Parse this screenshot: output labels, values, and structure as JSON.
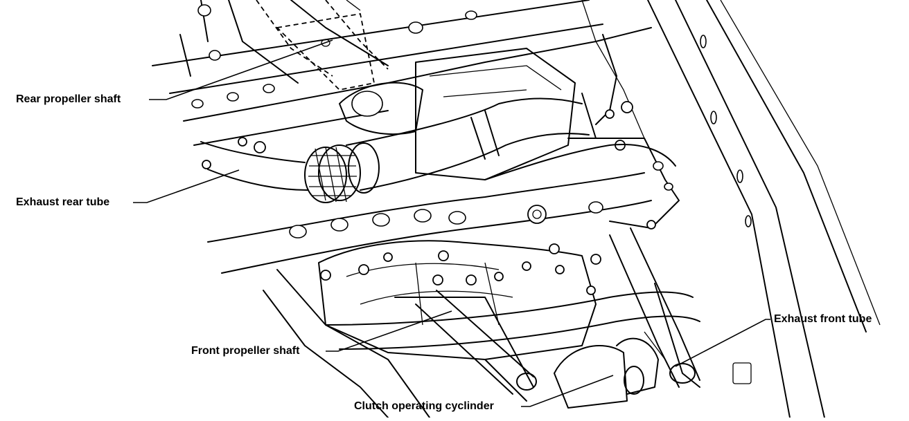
{
  "labels": {
    "rear_propeller_shaft": "Rear propeller shaft",
    "exhaust_rear_tube": "Exhaust rear tube",
    "exhaust_front_tube": "Exhaust front tube",
    "front_propeller_shaft": "Front propeller shaft",
    "clutch_operating_cyclinder": "Clutch operating cyclinder"
  }
}
